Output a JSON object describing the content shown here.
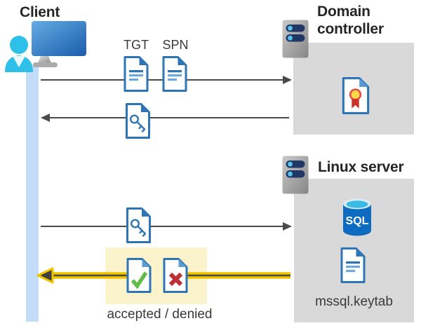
{
  "client": {
    "label": "Client"
  },
  "domain_controller": {
    "label": "Domain controller"
  },
  "linux_server": {
    "label": "Linux server",
    "sql_badge": "SQL",
    "keytab_file": "mssql.keytab"
  },
  "flow": {
    "tgt_label": "TGT",
    "spn_label": "SPN",
    "result_label": "accepted / denied",
    "arrows": [
      {
        "from": "client",
        "to": "domain-controller",
        "highlighted": false
      },
      {
        "from": "domain-controller",
        "to": "client",
        "highlighted": false
      },
      {
        "from": "client",
        "to": "linux-server",
        "highlighted": false
      },
      {
        "from": "linux-server",
        "to": "client",
        "highlighted": true
      }
    ]
  },
  "icons": [
    "client-user-monitor-icon",
    "server-icon",
    "document-icon",
    "key-ticket-icon",
    "certificate-icon",
    "sql-database-icon",
    "check-document-icon",
    "cross-document-icon"
  ],
  "colors": {
    "arrow_gray": "#4a4a4a",
    "highlight_yellow": "#F0C300",
    "highlight_bg": "#FAF3CB",
    "server_box_gray": "#D9D9D9",
    "document_blue": "#2E75B6",
    "accepted_green": "#62BB46",
    "denied_red": "#BE2E35",
    "timeline_blue": "#C3DCF7",
    "client_cyan": "#2FC0E9",
    "sql_blue": "#0E6CC0"
  }
}
